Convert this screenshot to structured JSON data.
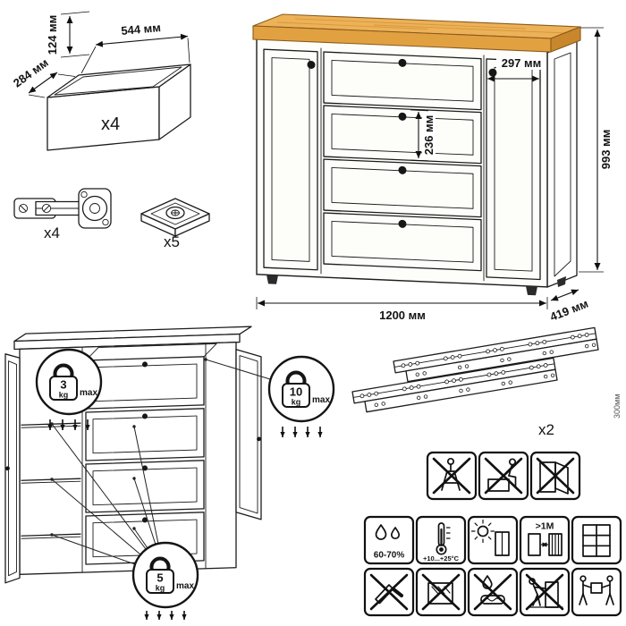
{
  "drawer_box": {
    "height": "124 мм",
    "width": "544 мм",
    "depth": "284 мм",
    "count": "x4"
  },
  "hinges": {
    "count": "x4"
  },
  "feet": {
    "count": "x5"
  },
  "cabinet": {
    "right_door_width": "297 мм",
    "drawer_front_height": "236 мм",
    "height": "993 мм",
    "width": "1200 мм",
    "depth": "419 мм"
  },
  "load_limits": {
    "top": {
      "value": "3",
      "unit": "kg",
      "label": "max"
    },
    "drawer": {
      "value": "10",
      "unit": "kg",
      "label": "max"
    },
    "shelf": {
      "value": "5",
      "unit": "kg",
      "label": "max"
    }
  },
  "slides": {
    "count": "x2",
    "length": "300мм"
  },
  "care_icons": {
    "humidity": "60-70%",
    "temperature": "+10...+25°C",
    "distance": ">1M"
  },
  "colors": {
    "wood": "#e2a140",
    "wood_light": "#edb258",
    "wood_dark": "#c8872c",
    "line": "#1c1c1c"
  }
}
